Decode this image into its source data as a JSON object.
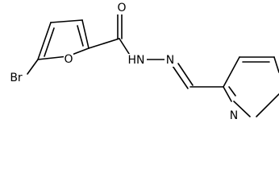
{
  "diagram": {
    "type": "chemical-structure",
    "background": "#ffffff",
    "bond_color": "#000000",
    "atoms": {
      "bromine": "Br",
      "furan_oxygen": "O",
      "carbonyl_oxygen": "O",
      "hydrazide_nh": "HN",
      "imine_nitrogen": "N",
      "pyridine_nitrogen": "N"
    }
  }
}
